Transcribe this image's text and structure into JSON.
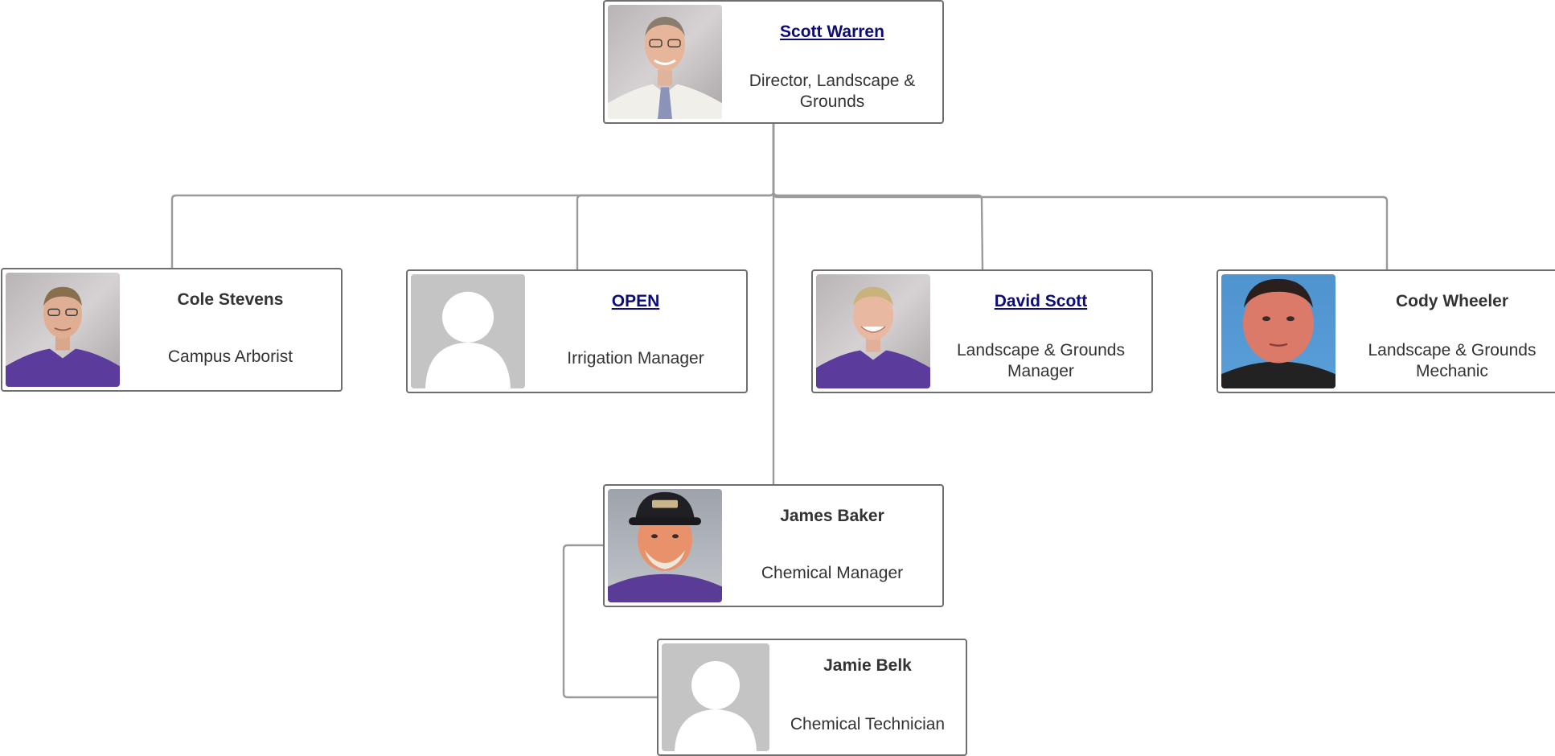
{
  "org_chart": {
    "nodes": {
      "scott_warren": {
        "name": "Scott Warren",
        "title": "Director, Landscape & Grounds",
        "name_is_link": true,
        "photo": "portrait-gray-backdrop-tie"
      },
      "cole_stevens": {
        "name": "Cole Stevens",
        "title": "Campus Arborist",
        "name_is_link": false,
        "photo": "portrait-purple-polo"
      },
      "open": {
        "name": "OPEN",
        "title": "Irrigation Manager",
        "name_is_link": true,
        "photo": "placeholder-silhouette"
      },
      "david_scott": {
        "name": "David Scott",
        "title": "Landscape & Grounds Manager",
        "name_is_link": true,
        "photo": "portrait-purple-polo"
      },
      "cody_wheeler": {
        "name": "Cody Wheeler",
        "title": "Landscape & Grounds Mechanic",
        "name_is_link": false,
        "photo": "portrait-blue-backdrop"
      },
      "james_baker": {
        "name": "James Baker",
        "title": "Chemical Manager",
        "name_is_link": false,
        "photo": "portrait-cap-purple-shirt"
      },
      "jamie_belk": {
        "name": "Jamie Belk",
        "title": "Chemical Technician",
        "name_is_link": false,
        "photo": "placeholder-silhouette"
      }
    },
    "reports_to": {
      "cole_stevens": "scott_warren",
      "open": "scott_warren",
      "david_scott": "scott_warren",
      "cody_wheeler": "scott_warren",
      "james_baker": "scott_warren",
      "jamie_belk": "james_baker"
    },
    "colors": {
      "link_name": "#0c0c78",
      "card_border": "#6e6e6e",
      "connector": "#9a9a9a",
      "placeholder_bg": "#c4c4c4"
    }
  }
}
